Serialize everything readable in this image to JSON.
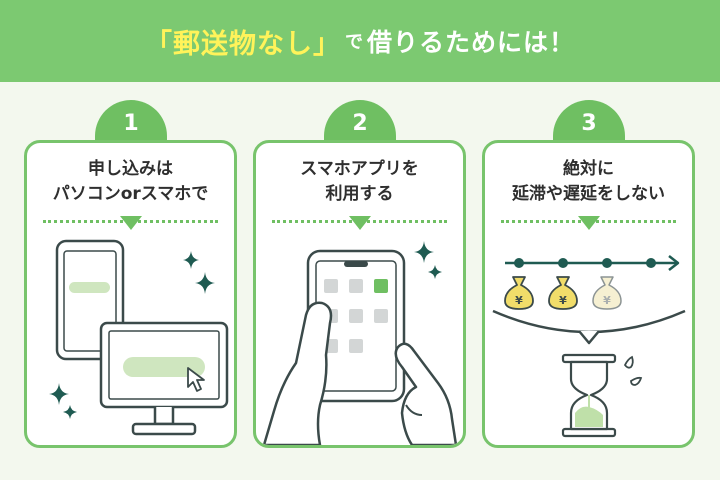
{
  "banner": {
    "highlight": "「郵送物なし」",
    "particle": "で",
    "rest": "借りるためには！"
  },
  "steps": [
    {
      "number": "1",
      "title_line1": "申し込みは",
      "title_line2": "パソコンorスマホで"
    },
    {
      "number": "2",
      "title_line1": "スマホアプリを",
      "title_line2": "利用する"
    },
    {
      "number": "3",
      "title_line1": "絶対に",
      "title_line2": "延滞や遅延をしない"
    }
  ],
  "step3": {
    "money_symbol": "¥"
  },
  "colors": {
    "accent_green": "#6fbf62",
    "banner_green": "#7cc971",
    "highlight_yellow": "#fff35a",
    "dark_green": "#1f5b52",
    "money_bag": "#f1dd6a"
  }
}
